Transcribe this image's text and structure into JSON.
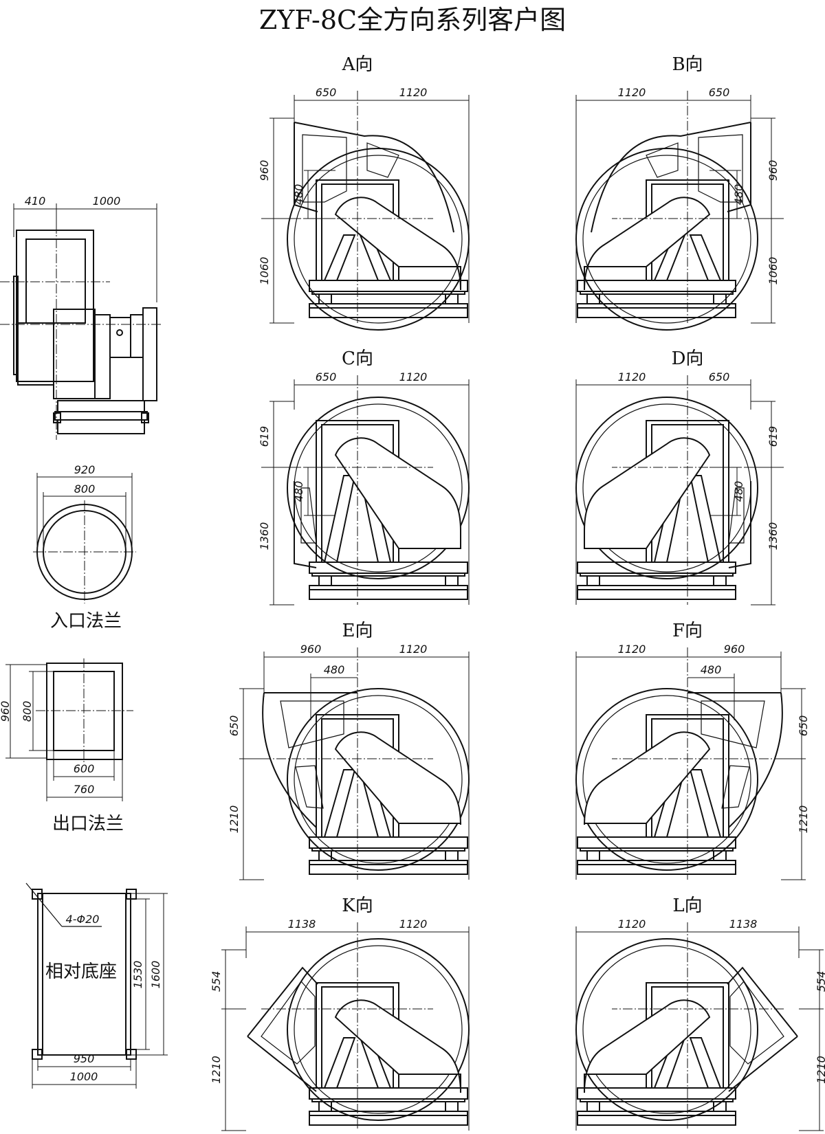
{
  "title": "ZYF-8C全方向系列客户图",
  "views": [
    {
      "id": "A",
      "label": "A向",
      "mirror": false,
      "top": "650",
      "right": "1120",
      "v1": "960",
      "v2": "480",
      "v3": "1060"
    },
    {
      "id": "B",
      "label": "B向",
      "mirror": true,
      "top": "650",
      "right": "1120",
      "v1": "960",
      "v2": "480",
      "v3": "1060"
    },
    {
      "id": "C",
      "label": "C向",
      "mirror": false,
      "top": "650",
      "right": "1120",
      "v1": "619",
      "v2": "480",
      "v3": "1360"
    },
    {
      "id": "D",
      "label": "D向",
      "mirror": true,
      "top": "650",
      "right": "1120",
      "v1": "619",
      "v2": "480",
      "v3": "1360"
    },
    {
      "id": "E",
      "label": "E向",
      "mirror": false,
      "top": "960",
      "top2": "480",
      "right": "1120",
      "v1": "650",
      "v3": "1210"
    },
    {
      "id": "F",
      "label": "F向",
      "mirror": true,
      "top": "960",
      "top2": "480",
      "right": "1120",
      "v1": "650",
      "v3": "1210"
    },
    {
      "id": "K",
      "label": "K向",
      "mirror": false,
      "top": "1138",
      "right": "1120",
      "v1": "554",
      "v3": "1210"
    },
    {
      "id": "L",
      "label": "L向",
      "mirror": true,
      "top": "1138",
      "right": "1120",
      "v1": "554",
      "v3": "1210"
    }
  ],
  "side_view": {
    "d1": "410",
    "d2": "1000"
  },
  "inlet_flange": {
    "label": "入口法兰",
    "outer": "920",
    "inner": "800"
  },
  "outlet_flange": {
    "label": "出口法兰",
    "h_outer": "960",
    "h_inner": "800",
    "w_inner": "600",
    "w_outer": "760"
  },
  "base": {
    "label": "相对底座",
    "holes": "4-Φ20",
    "h_inner": "1530",
    "h_outer": "1600",
    "w_inner": "950",
    "w_outer": "1000"
  }
}
